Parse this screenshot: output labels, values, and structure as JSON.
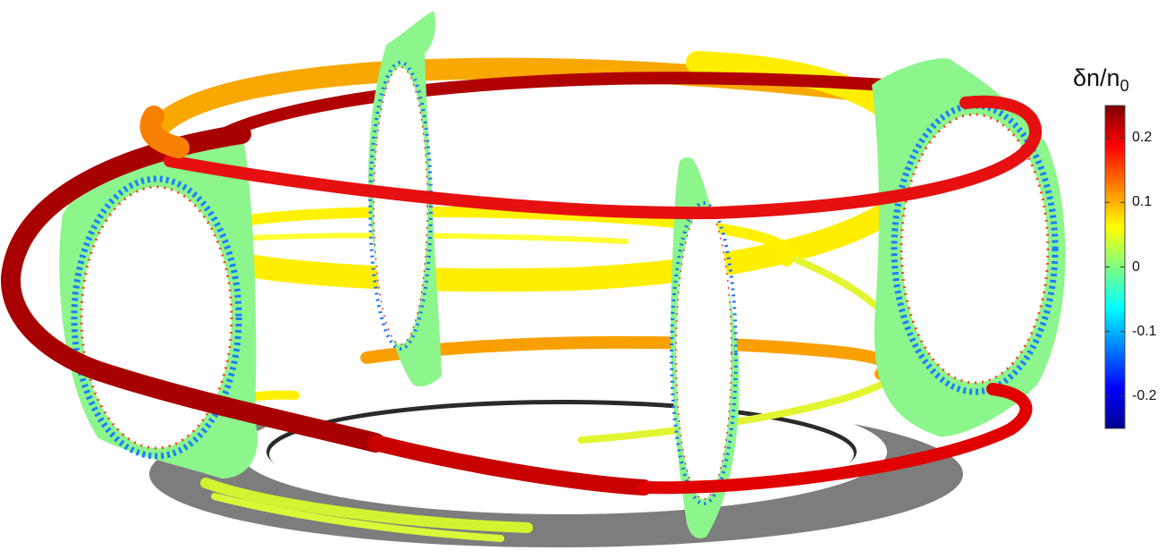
{
  "colorbar": {
    "symbol": "δ",
    "title_main": "n/n",
    "title_sub": "0",
    "range": [
      -0.25,
      0.25
    ],
    "ticks": [
      {
        "value": 0.2,
        "label": "0.2"
      },
      {
        "value": 0.1,
        "label": "0.1"
      },
      {
        "value": 0.0,
        "label": "0"
      },
      {
        "value": -0.1,
        "label": "-0.1"
      },
      {
        "value": -0.2,
        "label": "-0.2"
      }
    ],
    "colormap": "jet"
  },
  "colors": {
    "cross_section_fill": "#8CF58C",
    "shadow": "#7a7a7a",
    "dark_red": "#A00000",
    "red": "#E01010",
    "orange": "#F89A00",
    "yellow": "#FFEE00",
    "yellow_green": "#D8F53A"
  },
  "scene": {
    "cross_sections": 4,
    "field_line_tubes": [
      "dark-red",
      "red",
      "orange-yellow",
      "yellow",
      "yellow-green"
    ]
  }
}
